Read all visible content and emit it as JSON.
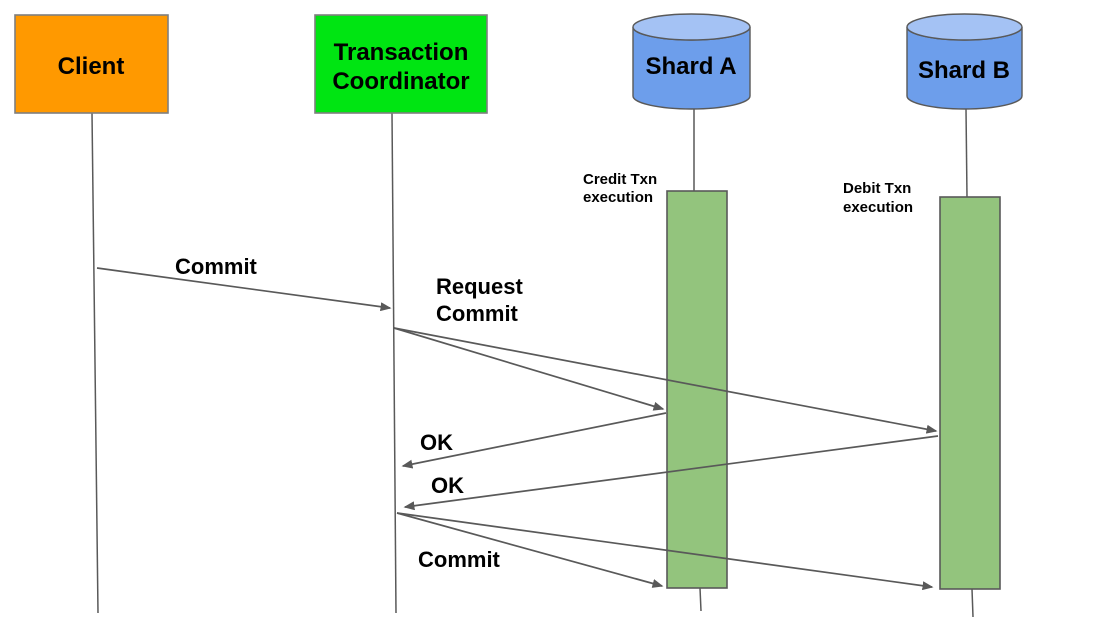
{
  "actors": {
    "client": {
      "label": "Client",
      "fill": "#FF9900"
    },
    "coordinator": {
      "label_line1": "Transaction",
      "label_line2": "Coordinator",
      "fill": "#00E512"
    },
    "shard_a": {
      "label": "Shard A",
      "fill": "#6D9EEB",
      "lid_fill": "#A4C2F4"
    },
    "shard_b": {
      "label": "Shard B",
      "fill": "#6D9EEB",
      "lid_fill": "#A4C2F4"
    }
  },
  "activations": {
    "shard_a": {
      "label_line1": "Credit Txn",
      "label_line2": "execution",
      "fill": "#93C47D"
    },
    "shard_b": {
      "label_line1": "Debit Txn",
      "label_line2": "execution",
      "fill": "#93C47D"
    }
  },
  "messages": {
    "client_commit": "Commit",
    "request_commit_line1": "Request",
    "request_commit_line2": "Commit",
    "ok_from_shard_a": "OK",
    "ok_from_shard_b": "OK",
    "coordinator_commit": "Commit"
  },
  "colors": {
    "arrow": "#595959",
    "box_border": "#7F7F7F",
    "text": "#000000",
    "background": "#FFFFFF"
  }
}
